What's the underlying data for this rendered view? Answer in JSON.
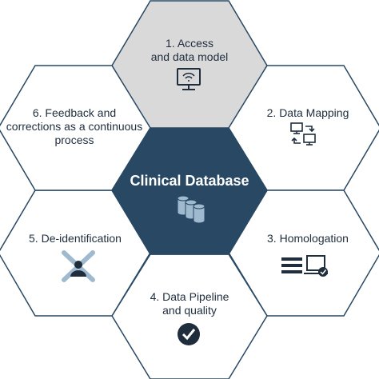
{
  "center": {
    "title": "Clinical Database",
    "icon": "database-icon",
    "color": "#284864"
  },
  "steps": [
    {
      "id": "access",
      "lines": [
        "1. Access",
        "and data model"
      ],
      "icon": "monitor-wifi-icon",
      "highlighted": true
    },
    {
      "id": "mapping",
      "lines": [
        "2. Data Mapping"
      ],
      "icon": "computer-sync-icon",
      "highlighted": false
    },
    {
      "id": "homologation",
      "lines": [
        "3.  Homologation"
      ],
      "icon": "list-laptop-check-icon",
      "highlighted": false
    },
    {
      "id": "pipeline",
      "lines": [
        "4. Data Pipeline",
        "and quality"
      ],
      "icon": "check-circle-icon",
      "highlighted": false
    },
    {
      "id": "deidentification",
      "lines": [
        "5. De-identification"
      ],
      "icon": "person-x-icon",
      "highlighted": false
    },
    {
      "id": "feedback",
      "lines": [
        "6. Feedback and",
        "corrections as a continuous",
        "process"
      ],
      "icon": "",
      "highlighted": false
    }
  ],
  "colors": {
    "dark": "#284864",
    "highlight": "#d9d9d9",
    "outline": "#284864",
    "text": "#1f2d3d",
    "icon_light": "#9fb9cf"
  }
}
